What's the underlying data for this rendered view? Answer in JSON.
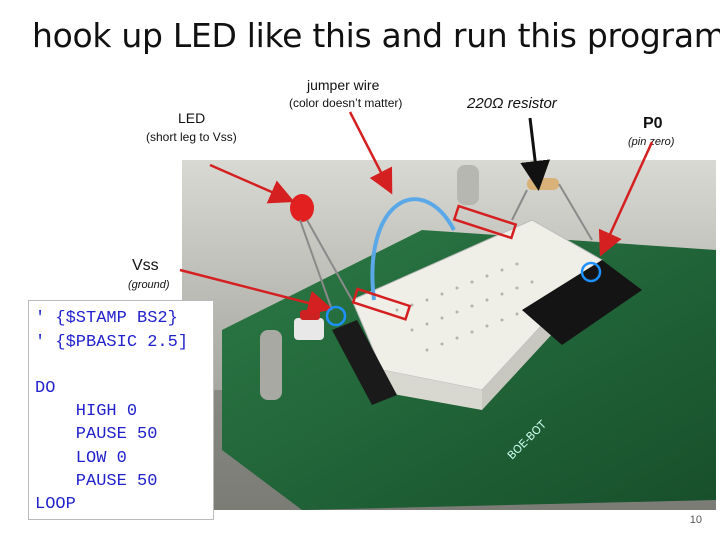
{
  "slide": {
    "title": "hook up LED like this and run this program",
    "page_number": "10"
  },
  "labels": {
    "jumper": "jumper wire",
    "jumper_note": "(color doesn’t matter)",
    "led": "LED",
    "led_note": "(short leg to Vss)",
    "resistor": "220Ω  resistor",
    "p0": "P0",
    "p0_note": "(pin zero)",
    "vss": "Vss",
    "vss_note": "(ground)"
  },
  "code": {
    "line1": "' {$STAMP BS2}",
    "line2": "' {$PBASIC 2.5]",
    "line3": "DO",
    "line4": "    HIGH 0",
    "line5": "    PAUSE 50",
    "line6": "    LOW 0",
    "line7": "    PAUSE 50",
    "line8": "LOOP"
  },
  "colors": {
    "arrow_red": "#d42020",
    "arrow_black": "#111111",
    "circle_blue": "#1e90ff",
    "code_blue": "#2222cc",
    "board_green": "#1f6b3a"
  }
}
